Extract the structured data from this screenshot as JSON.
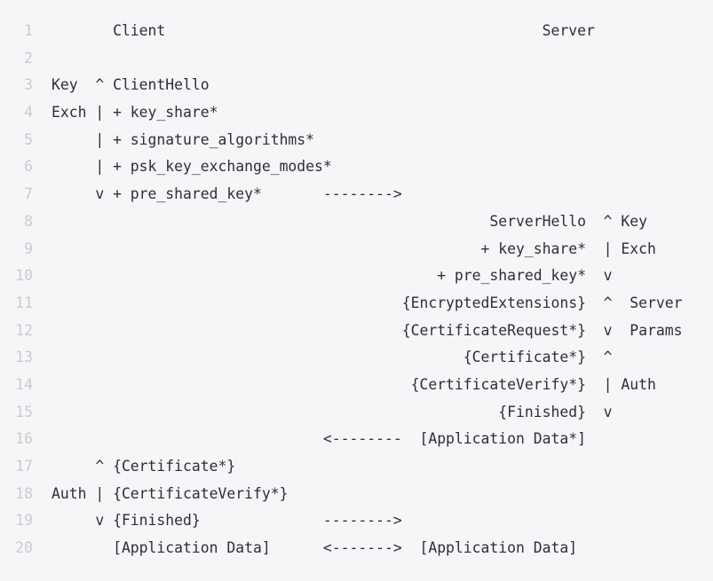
{
  "colors": {
    "background": "#f5f6f7",
    "line_number_text": "#c9cccf",
    "code_text": "#2b3036"
  },
  "code": {
    "lines": [
      {
        "number": "1",
        "text": "       Client                                           Server"
      },
      {
        "number": "2",
        "text": ""
      },
      {
        "number": "3",
        "text": "Key  ^ ClientHello"
      },
      {
        "number": "4",
        "text": "Exch | + key_share*"
      },
      {
        "number": "5",
        "text": "     | + signature_algorithms*"
      },
      {
        "number": "6",
        "text": "     | + psk_key_exchange_modes*"
      },
      {
        "number": "7",
        "text": "     v + pre_shared_key*       -------->"
      },
      {
        "number": "8",
        "text": "                                                  ServerHello  ^ Key"
      },
      {
        "number": "9",
        "text": "                                                 + key_share*  | Exch"
      },
      {
        "number": "10",
        "text": "                                            + pre_shared_key*  v"
      },
      {
        "number": "11",
        "text": "                                        {EncryptedExtensions}  ^  Server"
      },
      {
        "number": "12",
        "text": "                                        {CertificateRequest*}  v  Params"
      },
      {
        "number": "13",
        "text": "                                               {Certificate*}  ^"
      },
      {
        "number": "14",
        "text": "                                         {CertificateVerify*}  | Auth"
      },
      {
        "number": "15",
        "text": "                                                   {Finished}  v"
      },
      {
        "number": "16",
        "text": "                               <--------  [Application Data*]"
      },
      {
        "number": "17",
        "text": "     ^ {Certificate*}"
      },
      {
        "number": "18",
        "text": "Auth | {CertificateVerify*}"
      },
      {
        "number": "19",
        "text": "     v {Finished}              -------->"
      },
      {
        "number": "20",
        "text": "       [Application Data]      <------->  [Application Data]"
      }
    ]
  }
}
